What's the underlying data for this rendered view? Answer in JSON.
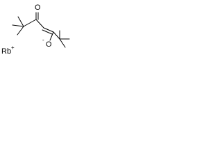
{
  "molecule": {
    "cation": {
      "symbol": "Rb",
      "charge": "+"
    },
    "oxo_oxygen": "O",
    "enolate_oxygen": {
      "symbol": "O",
      "charge": "-"
    }
  }
}
